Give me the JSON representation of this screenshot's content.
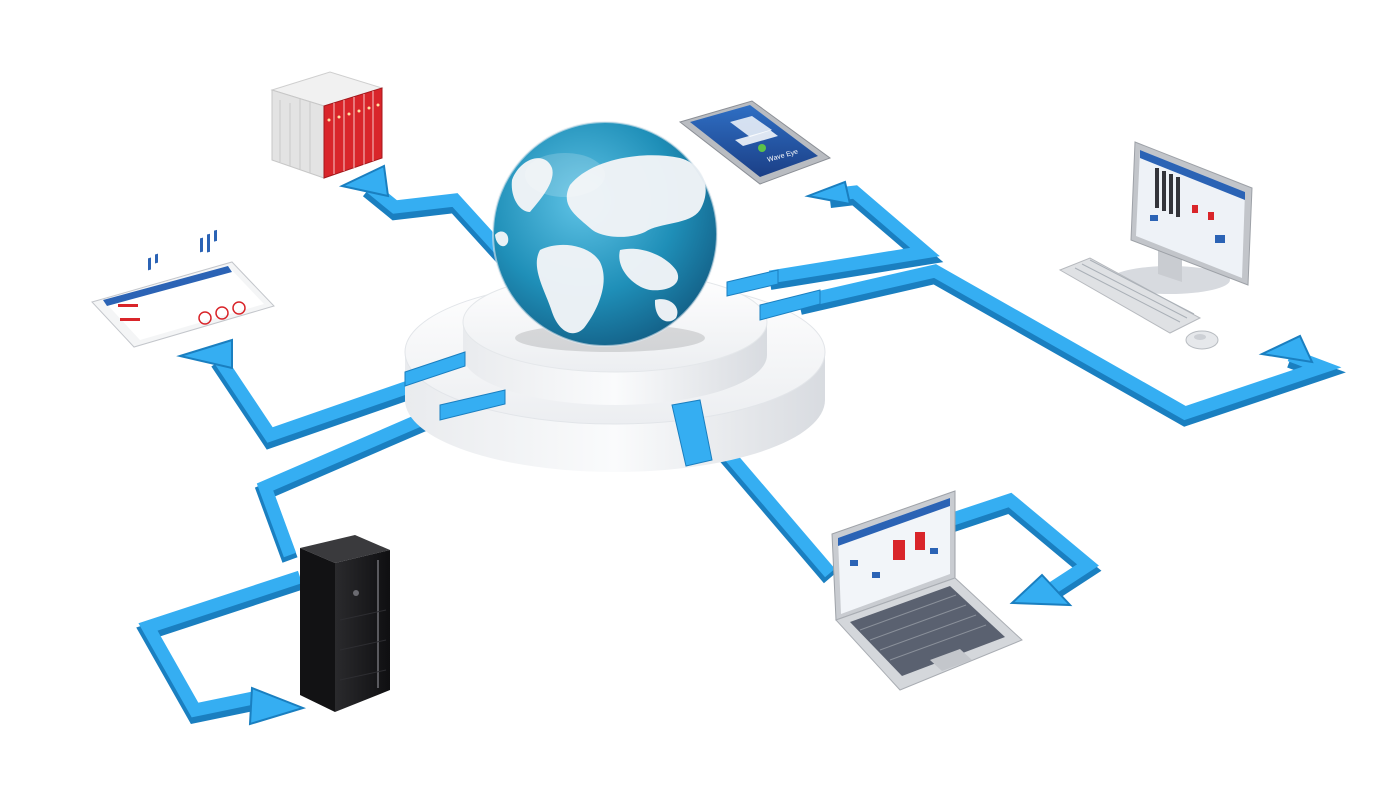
{
  "colors": {
    "connector": "#2ea6ee",
    "connector_side": "#1a7fc0",
    "platform": "#f4f5f7",
    "platform_side": "#dfe2e7",
    "ocean": "#1f8fb8",
    "land": "#f2f4f6",
    "device_red": "#d9252a",
    "server_black": "#1c1c1e",
    "screen_blue": "#2b63b5"
  },
  "nodes": [
    {
      "id": "plc-controller",
      "icon": "plc-module-icon"
    },
    {
      "id": "smartphone",
      "icon": "smartphone-icon"
    },
    {
      "id": "desktop-computer",
      "icon": "desktop-monitor-icon"
    },
    {
      "id": "tablet",
      "icon": "tablet-icon"
    },
    {
      "id": "server-rack",
      "icon": "server-rack-icon"
    },
    {
      "id": "laptop",
      "icon": "laptop-icon"
    },
    {
      "id": "globe-hub",
      "icon": "globe-icon"
    }
  ],
  "devices": {
    "phone_app_title": "Wave Eye"
  }
}
